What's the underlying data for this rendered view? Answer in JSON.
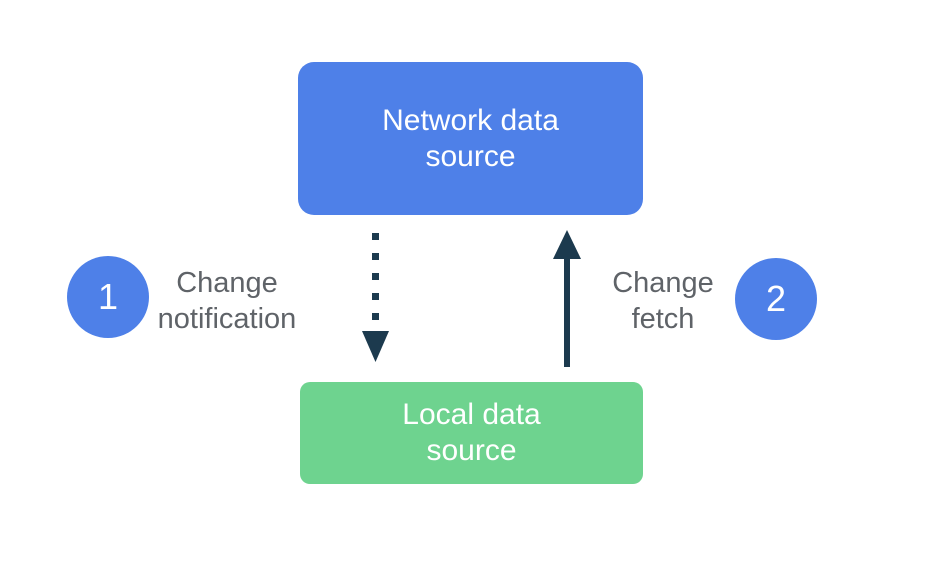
{
  "colors": {
    "node_blue": "#4e80e8",
    "node_green": "#6ed38f",
    "arrow_dark": "#1c3a4e",
    "label_gray": "#5f6368",
    "node_text": "#ffffff",
    "background": "#ffffff"
  },
  "nodes": {
    "network": {
      "label": "Network data source",
      "lines": [
        "Network data",
        "source"
      ]
    },
    "local": {
      "label": "Local data source",
      "lines": [
        "Local data",
        "source"
      ]
    }
  },
  "steps": {
    "step1": {
      "number": "1",
      "label": "Change notification",
      "lines": [
        "Change",
        "notification"
      ]
    },
    "step2": {
      "number": "2",
      "label": "Change fetch",
      "lines": [
        "Change",
        "fetch"
      ]
    }
  },
  "arrows": {
    "change_notification": {
      "style": "dotted",
      "direction": "down"
    },
    "change_fetch": {
      "style": "solid",
      "direction": "up"
    }
  }
}
